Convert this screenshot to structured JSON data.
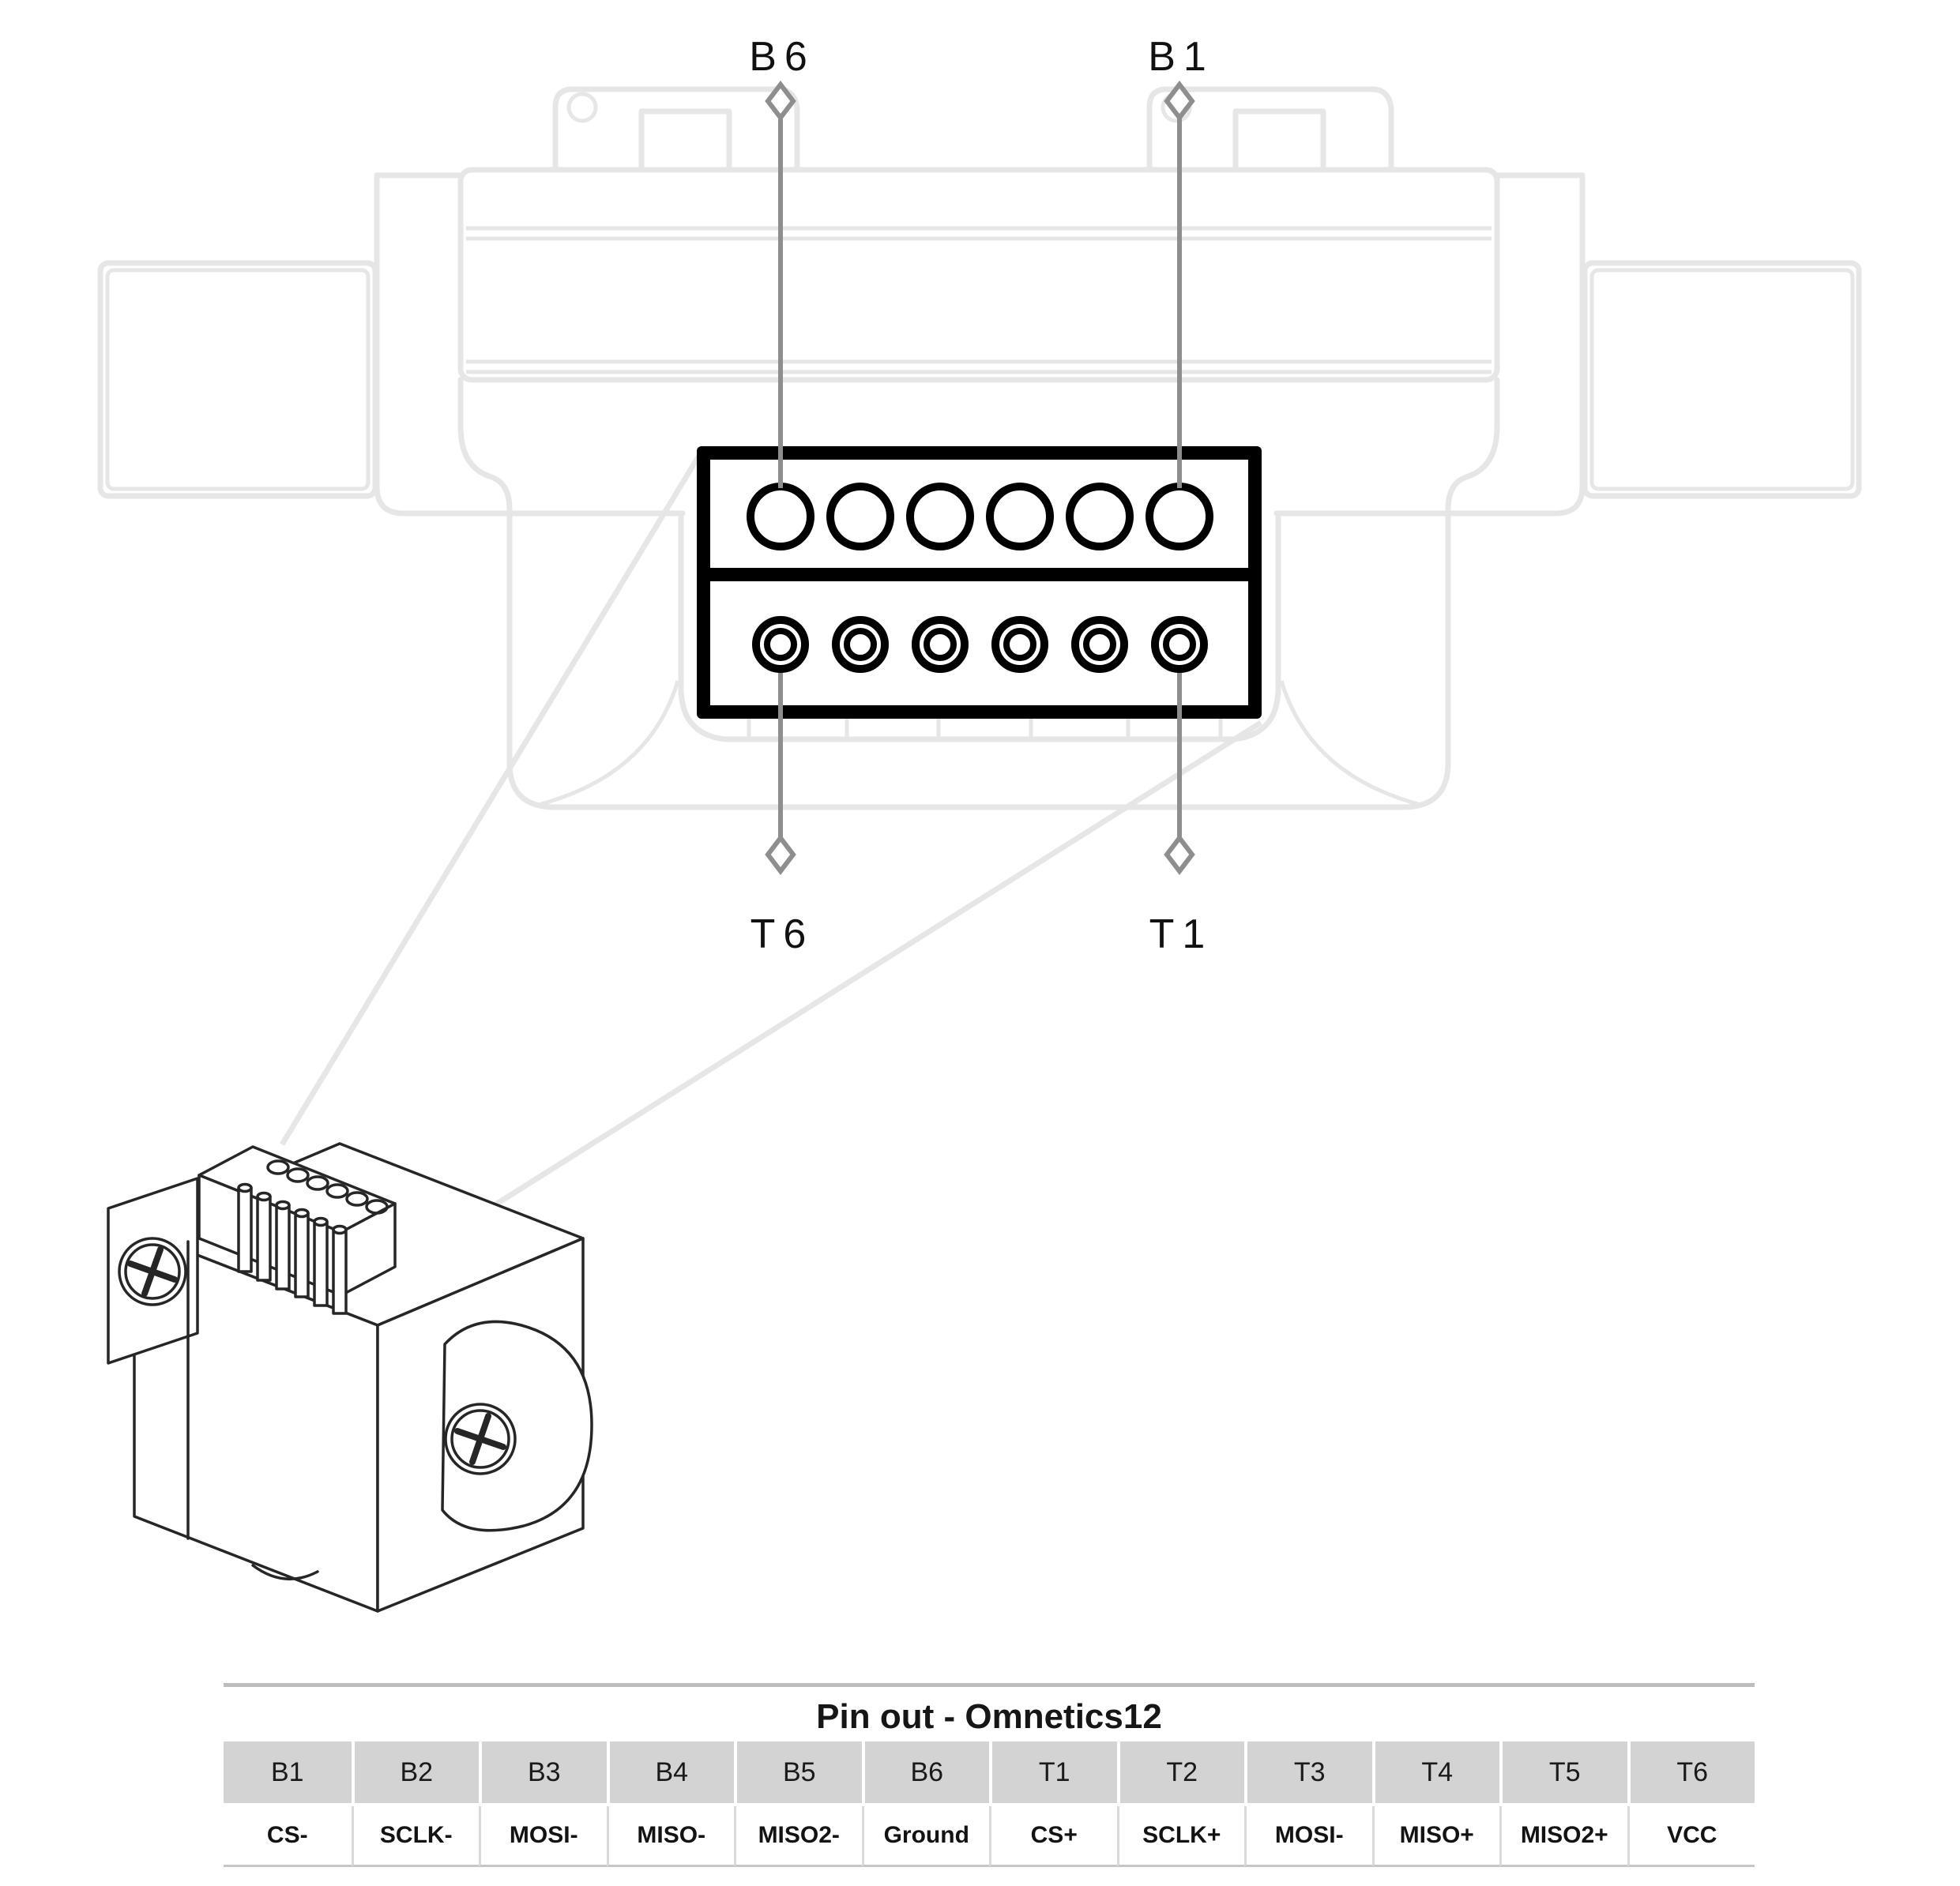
{
  "diagram": {
    "callouts": {
      "top_left": {
        "label": "B6"
      },
      "top_right": {
        "label": "B1"
      },
      "bottom_left": {
        "label": "T6"
      },
      "bottom_right": {
        "label": "T1"
      }
    },
    "icons": [
      "diamond-marker"
    ],
    "colors": {
      "leader_gray": "#8e8e8e",
      "housing_gray": "#e6e6e6",
      "face_ink": "#000000",
      "illustration_line": "#262626",
      "header_bg": "#d3d3d3"
    }
  },
  "pinout_table": {
    "title": "Pin out - Omnetics12",
    "columns": [
      {
        "pin": "B1",
        "signal": "CS-"
      },
      {
        "pin": "B2",
        "signal": "SCLK-"
      },
      {
        "pin": "B3",
        "signal": "MOSI-"
      },
      {
        "pin": "B4",
        "signal": "MISO-"
      },
      {
        "pin": "B5",
        "signal": "MISO2-"
      },
      {
        "pin": "B6",
        "signal": "Ground"
      },
      {
        "pin": "T1",
        "signal": "CS+"
      },
      {
        "pin": "T2",
        "signal": "SCLK+"
      },
      {
        "pin": "T3",
        "signal": "MOSI-"
      },
      {
        "pin": "T4",
        "signal": "MISO+"
      },
      {
        "pin": "T5",
        "signal": "MISO2+"
      },
      {
        "pin": "T6",
        "signal": "VCC"
      }
    ]
  }
}
